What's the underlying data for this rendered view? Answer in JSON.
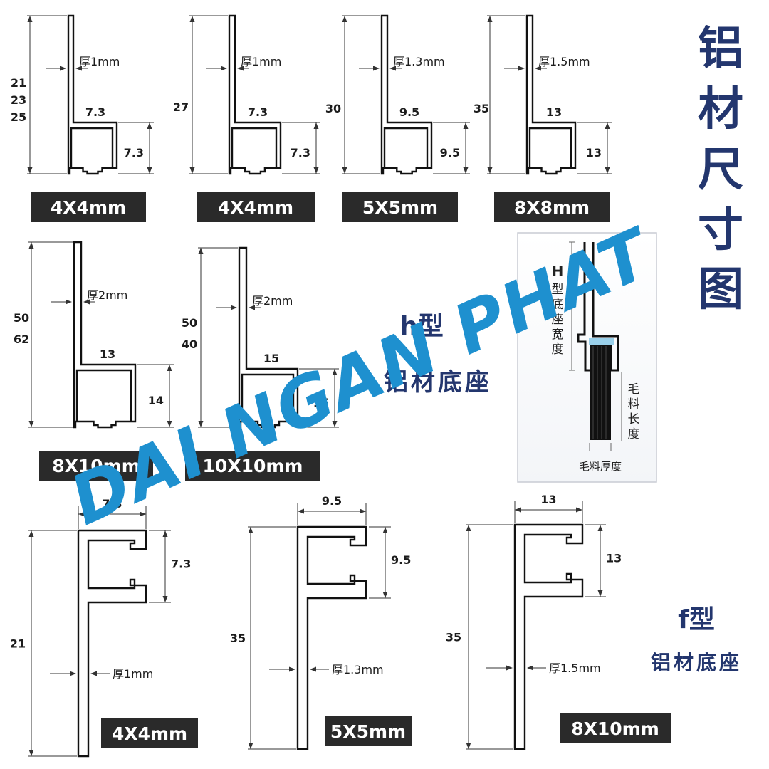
{
  "title": "铝材尺寸图",
  "h_type": {
    "line1": "h型",
    "line2": "铝材底座"
  },
  "f_type": {
    "line1": "f型",
    "line2": "铝材底座"
  },
  "watermark": "DAI NGAN PHAT",
  "colors": {
    "navy": "#23366e",
    "badge_bg": "#2a2a2a",
    "watermark": "#1e90cf"
  },
  "insert": {
    "h_label": "H",
    "h_desc": "型底座宽度",
    "bristle_length": "毛料长度",
    "bristle_thickness": "毛料厚度"
  },
  "h_profiles": [
    {
      "size": "4X4mm",
      "height": "21\n23\n25",
      "thickness": "厚1mm",
      "width": "7.3",
      "slot": "7.3"
    },
    {
      "size": "4X4mm",
      "height": "27",
      "thickness": "厚1mm",
      "width": "7.3",
      "slot": "7.3"
    },
    {
      "size": "5X5mm",
      "height": "30",
      "thickness": "厚1.3mm",
      "width": "9.5",
      "slot": "9.5"
    },
    {
      "size": "8X8mm",
      "height": "35",
      "thickness": "厚1.5mm",
      "width": "13",
      "slot": "13"
    },
    {
      "size": "8X10mm",
      "height": "50\n62",
      "thickness": "厚2mm",
      "width": "13",
      "slot": "14"
    },
    {
      "size": "10X10mm",
      "height": "50\n40",
      "thickness": "厚2mm",
      "width": "15",
      "slot": "15"
    }
  ],
  "f_profiles": [
    {
      "size": "4X4mm",
      "height": "21",
      "thickness": "厚1mm",
      "width": "7.3",
      "slot": "7.3"
    },
    {
      "size": "5X5mm",
      "height": "35",
      "thickness": "厚1.3mm",
      "width": "9.5",
      "slot": "9.5"
    },
    {
      "size": "8X10mm",
      "height": "35",
      "thickness": "厚1.5mm",
      "width": "13",
      "slot": "13"
    }
  ]
}
